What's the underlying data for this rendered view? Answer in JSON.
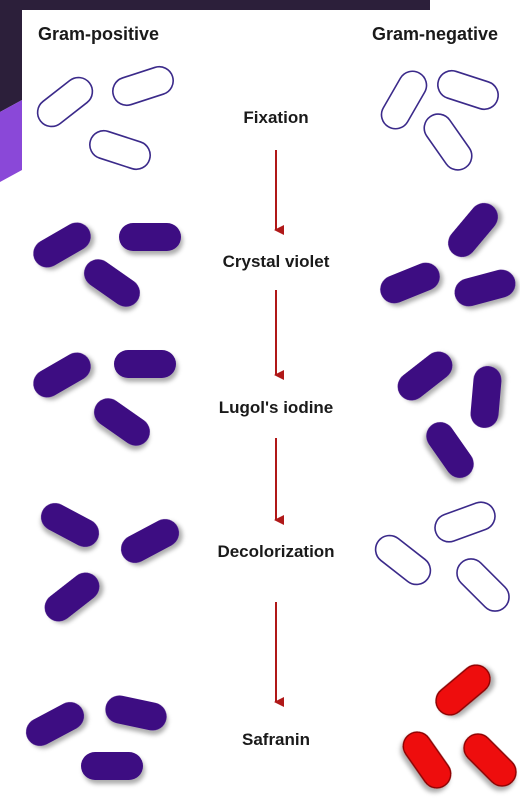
{
  "headers": {
    "left": "Gram-positive",
    "right": "Gram-negative"
  },
  "steps": [
    {
      "label": "Fixation",
      "gram_positive": "unstained",
      "gram_negative": "unstained"
    },
    {
      "label": "Crystal violet",
      "gram_positive": "purple",
      "gram_negative": "purple"
    },
    {
      "label": "Lugol's iodine",
      "gram_positive": "purple",
      "gram_negative": "purple"
    },
    {
      "label": "Decolorization",
      "gram_positive": "purple",
      "gram_negative": "unstained"
    },
    {
      "label": "Safranin",
      "gram_positive": "purple",
      "gram_negative": "red"
    }
  ],
  "colors": {
    "purple": "#3d0a82",
    "red": "#ee1111",
    "outline": "#3b2a8a",
    "arrow": "#b01818",
    "deco_dark": "#2c1f3a",
    "deco_purple": "#8a48d8"
  }
}
